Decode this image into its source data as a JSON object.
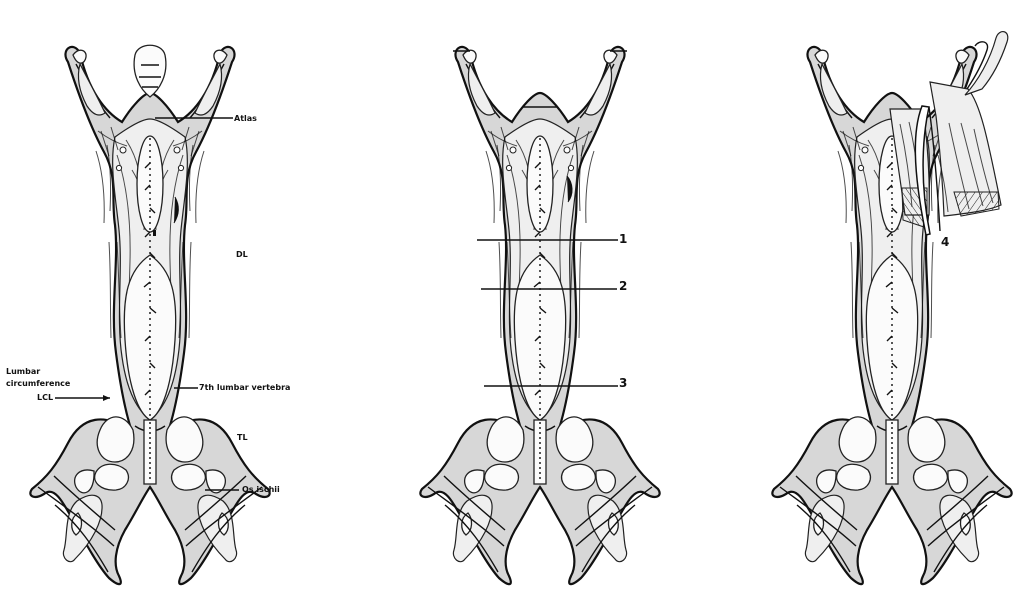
{
  "labels": {
    "atlas": "Atlas",
    "dl": "DL",
    "lumbar_circ_1": "Lumbar",
    "lumbar_circ_2": "circumference",
    "lcl": "LCL",
    "seventh_lumbar": "7th lumbar vertebra",
    "tl": "TL",
    "os_ischii": "Os ischii"
  },
  "cuts": [
    "1",
    "2",
    "3",
    "4"
  ]
}
